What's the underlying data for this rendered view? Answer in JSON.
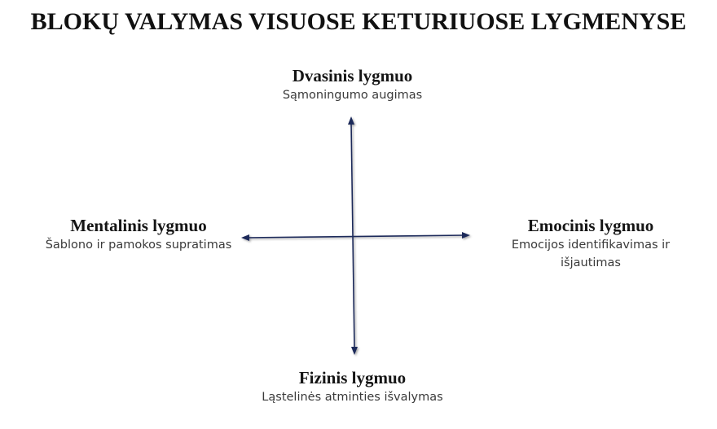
{
  "title": "BLOKŲ VALYMAS VISUOSE KETURIUOSE LYGMENYSE",
  "levels": {
    "top": {
      "heading": "Dvasinis lygmuo",
      "subtitle": "Sąmoningumo augimas"
    },
    "left": {
      "heading": "Mentalinis lygmuo",
      "subtitle": "Šablono ir pamokos supratimas"
    },
    "right": {
      "heading": "Emocinis lygmuo",
      "subtitle": "Emocijos identifikavimas ir išjautimas"
    },
    "bottom": {
      "heading": "Fizinis lygmuo",
      "subtitle": "Ląstelinės atminties išvalymas"
    }
  },
  "colors": {
    "arrow": "#1f2a5a"
  }
}
